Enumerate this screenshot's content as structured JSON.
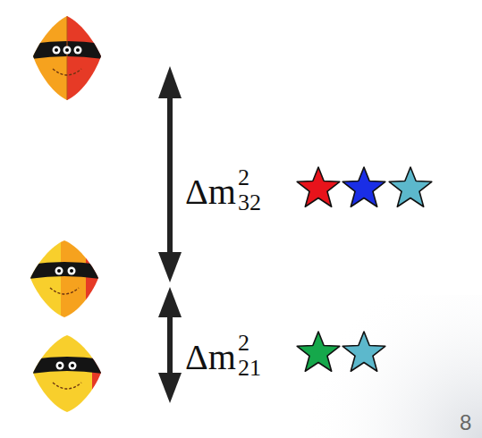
{
  "diagram": {
    "labels": [
      "Δm",
      "2",
      "32",
      "Δm",
      "2",
      "21",
      "8"
    ]
  }
}
